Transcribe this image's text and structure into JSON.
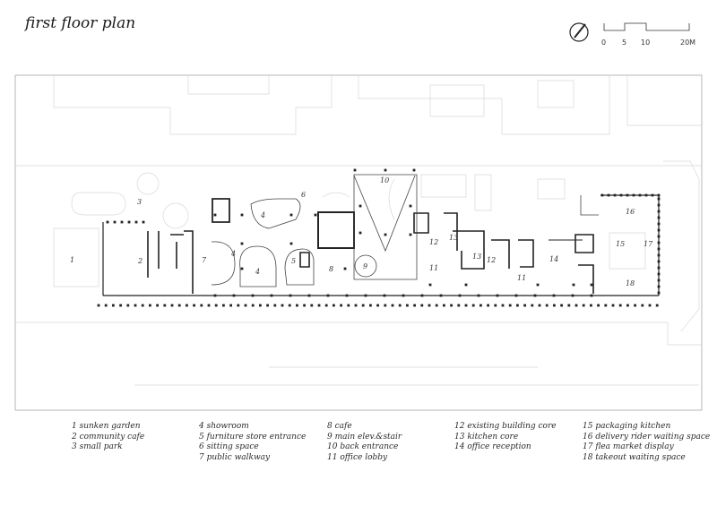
{
  "title": "first floor plan",
  "scale": {
    "labels": [
      "0",
      "5",
      "10",
      "20M"
    ]
  },
  "room_numbers": [
    "1",
    "2",
    "3",
    "4",
    "4",
    "4",
    "5",
    "6",
    "7",
    "8",
    "9",
    "10",
    "11",
    "11",
    "12",
    "12",
    "13",
    "13",
    "14",
    "15",
    "16",
    "17",
    "18"
  ],
  "legend": [
    [
      "1 sunken garden",
      "2 community cafe",
      "3 small park"
    ],
    [
      "4 showroom",
      "5 furniture store entrance",
      "6 sitting space",
      "7 public walkway"
    ],
    [
      "8 cafe",
      "9 main elev.&stair",
      "10 back entrance",
      "11 office lobby"
    ],
    [
      "12 existing building core",
      "13 kitchen core",
      "14 office reception"
    ],
    [
      "15 packaging kitchen",
      "16 delivery rider waiting space",
      "17 flea market display",
      "18 takeout waiting space"
    ]
  ]
}
